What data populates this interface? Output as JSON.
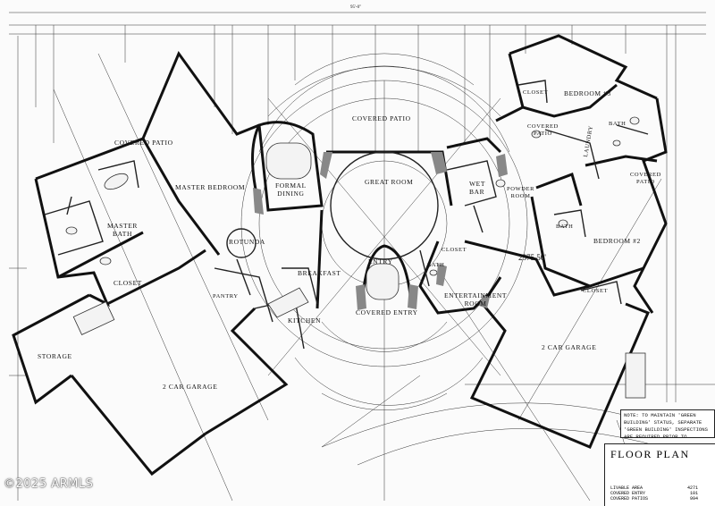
{
  "watermark": "©2025 ARMLS",
  "rooms": {
    "covered_patio_left": "COVERED PATIO",
    "covered_patio_center": "COVERED PATIO",
    "master_bedroom": "MASTER BEDROOM",
    "formal_dining": "FORMAL\nDINING",
    "great_room": "GREAT ROOM",
    "wet_bar": "WET\nBAR",
    "powder_room": "POWDER\nROOM",
    "master_bath": "MASTER\nBATH",
    "rotunda": "ROTUNDA",
    "breakfast": "BREAKFAST",
    "entry": "ENTRY",
    "bath_center": "BATH",
    "closet_center": "CLOSET",
    "closet_master": "CLOSET",
    "pantry": "PANTRY",
    "kitchen": "KITCHEN",
    "covered_entry": "COVERED ENTRY",
    "entertainment_room": "ENTERTAINMENT\nROOM",
    "storage": "STORAGE",
    "garage_left": "2 CAR GARAGE",
    "garage_right": "2 CAR GARAGE",
    "bedroom3": "BEDROOM #3",
    "closet_bed3": "CLOSET",
    "covered_patio_right": "COVERED\nPATIO",
    "covered_patio_far_right": "COVERED\nPATIO",
    "laundry": "LAUNDRY",
    "bath_bed3": "BATH",
    "bath_bed2": "BATH",
    "bedroom2": "BEDROOM #2",
    "closet_bed2": "CLOSET"
  },
  "dimension_label": "2375.50'",
  "top_dimension": "95'-0\"",
  "note": "NOTE: TO MAINTAIN 'GREEN BUILDING' STATUS, SEPARATE 'GREEN BUILDING' INSPECTIONS ARE REQUIRED PRIOR TO COVERING WORK.",
  "title_block": {
    "title": "FLOOR PLAN",
    "area_labels": "LIVABLE AREA\nCOVERED ENTRY\nCOVERED PATIOS",
    "area_values": "4271\n101\n994"
  }
}
